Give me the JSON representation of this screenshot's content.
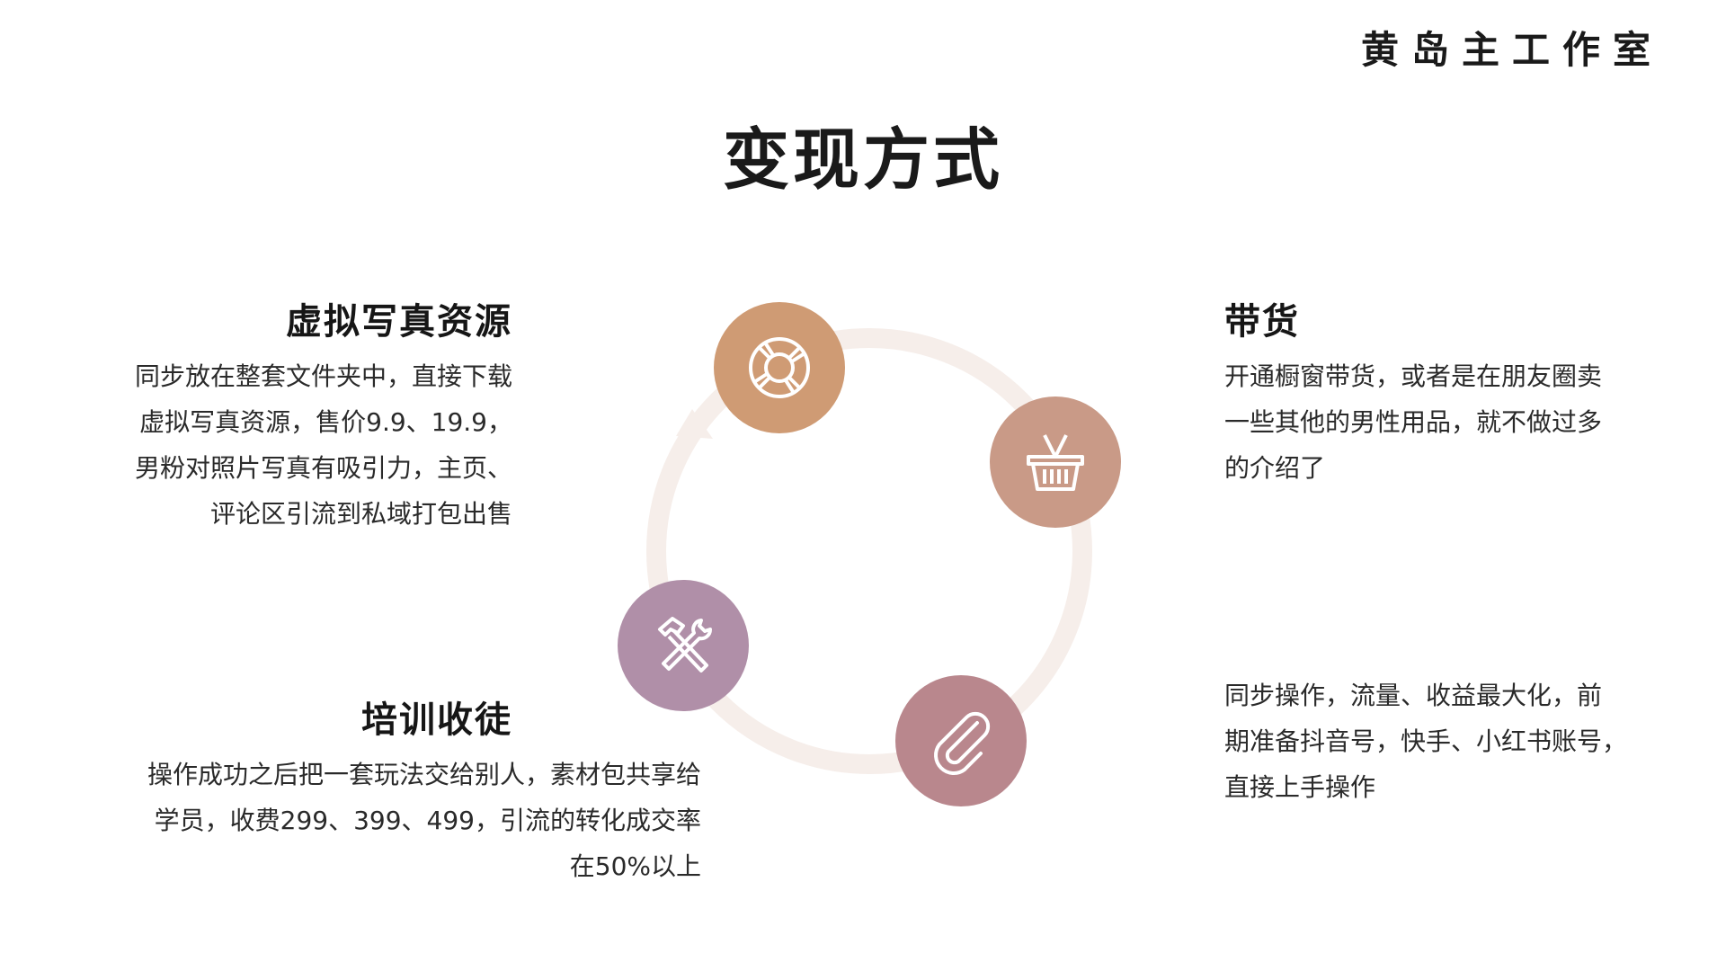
{
  "header": {
    "brand": "黄岛主工作室",
    "title": "变现方式"
  },
  "sections": {
    "top_left": {
      "heading": "虚拟写真资源",
      "lines": [
        "同步放在整套文件夹中，直接下载",
        "虚拟写真资源，售价9.9、19.9，",
        "男粉对照片写真有吸引力，主页、",
        "评论区引流到私域打包出售"
      ]
    },
    "bottom_left": {
      "heading": "培训收徒",
      "lines": [
        "操作成功之后把一套玩法交给别人，素材包共享给",
        "学员，收费299、399、499，引流的转化成交率",
        "在50%以上"
      ]
    },
    "top_right": {
      "heading": "带货",
      "lines": [
        "开通橱窗带货，或者是在朋友圈卖",
        "一些其他的男性用品，就不做过多",
        "的介绍了"
      ]
    },
    "bottom_right": {
      "lines": [
        "同步操作，流量、收益最大化，前",
        "期准备抖音号，快手、小红书账号，",
        "直接上手操作"
      ]
    }
  },
  "icons": {
    "top": "lifebuoy-icon",
    "right": "basket-icon",
    "bottom": "paperclip-icon",
    "left": "tools-icon"
  },
  "colors": {
    "top_node": "#cf9b74",
    "right_node": "#c99a87",
    "bottom_node": "#b9878d",
    "left_node": "#b08fa8",
    "ring": "#f6eeea"
  }
}
